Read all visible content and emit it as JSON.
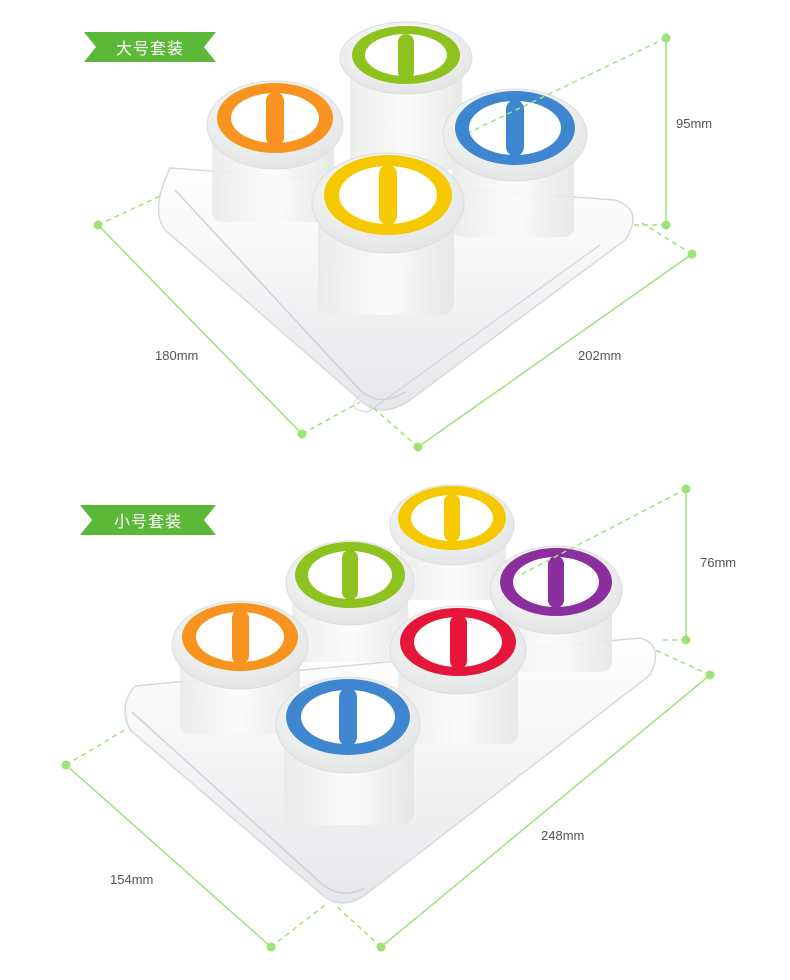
{
  "labels": {
    "large_set": "大号套装",
    "small_set": "小号套装"
  },
  "dimensions": {
    "large_height": "95mm",
    "large_depth": "180mm",
    "large_width": "202mm",
    "small_height": "76mm",
    "small_depth": "154mm",
    "small_width": "248mm"
  },
  "colors": {
    "tag_green": "#5cb838",
    "dim_line_green": "#9ee27a",
    "orange": "#f7931e",
    "lime": "#8dc21f",
    "blue": "#3f86d1",
    "yellow": "#f5c800",
    "purple": "#8b2e9e",
    "red": "#e5163a"
  },
  "sets": [
    {
      "name": "large",
      "jar_count": 4,
      "lid_colors": [
        "lime",
        "orange",
        "blue",
        "yellow"
      ]
    },
    {
      "name": "small",
      "jar_count": 6,
      "lid_colors": [
        "yellow",
        "lime",
        "purple",
        "orange",
        "red",
        "blue"
      ]
    }
  ]
}
